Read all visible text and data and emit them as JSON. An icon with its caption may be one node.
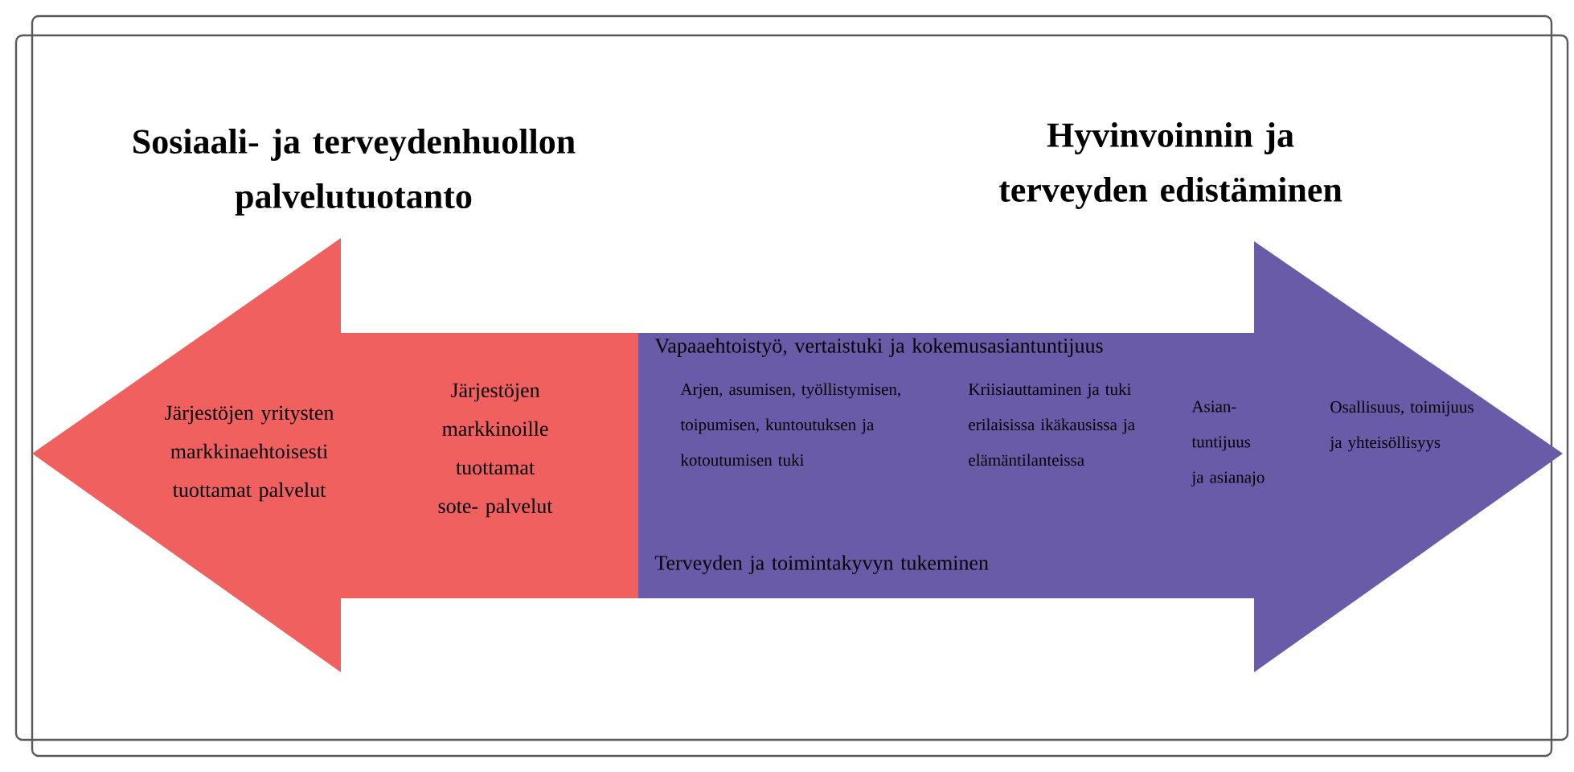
{
  "diagram": {
    "nodes": [
      {
        "text": [
          "Sosiaali- ja terveydenhuollon palvelutuotanto",
          "Järjestöjen yritysten markkinaehtoisesti tuottamat palvelut",
          "Järjestöjen markkinoille tuottamat sote- palvelut"
        ]
      },
      {
        "text": [
          "Hyvinvoinnin ja terveyden edistäminen",
          "Vapaaehtoistyö, vertaistuki ja kokemusasiantuntijuus",
          "Arjen, asumisen, työllistymisen, toipumisen, kuntoutuksen ja kotoutumisen tuki",
          "Kriisiauttaminen ja tuki erilaisissa ikäkausissa ja elämäntilanteissa",
          "Asian- tuntijuus ja asianajo",
          "Osallisuus, toimijuus ja yhteisöllisyys",
          "Terveyden ja toimintakyvyn tukeminen"
        ]
      }
    ]
  }
}
